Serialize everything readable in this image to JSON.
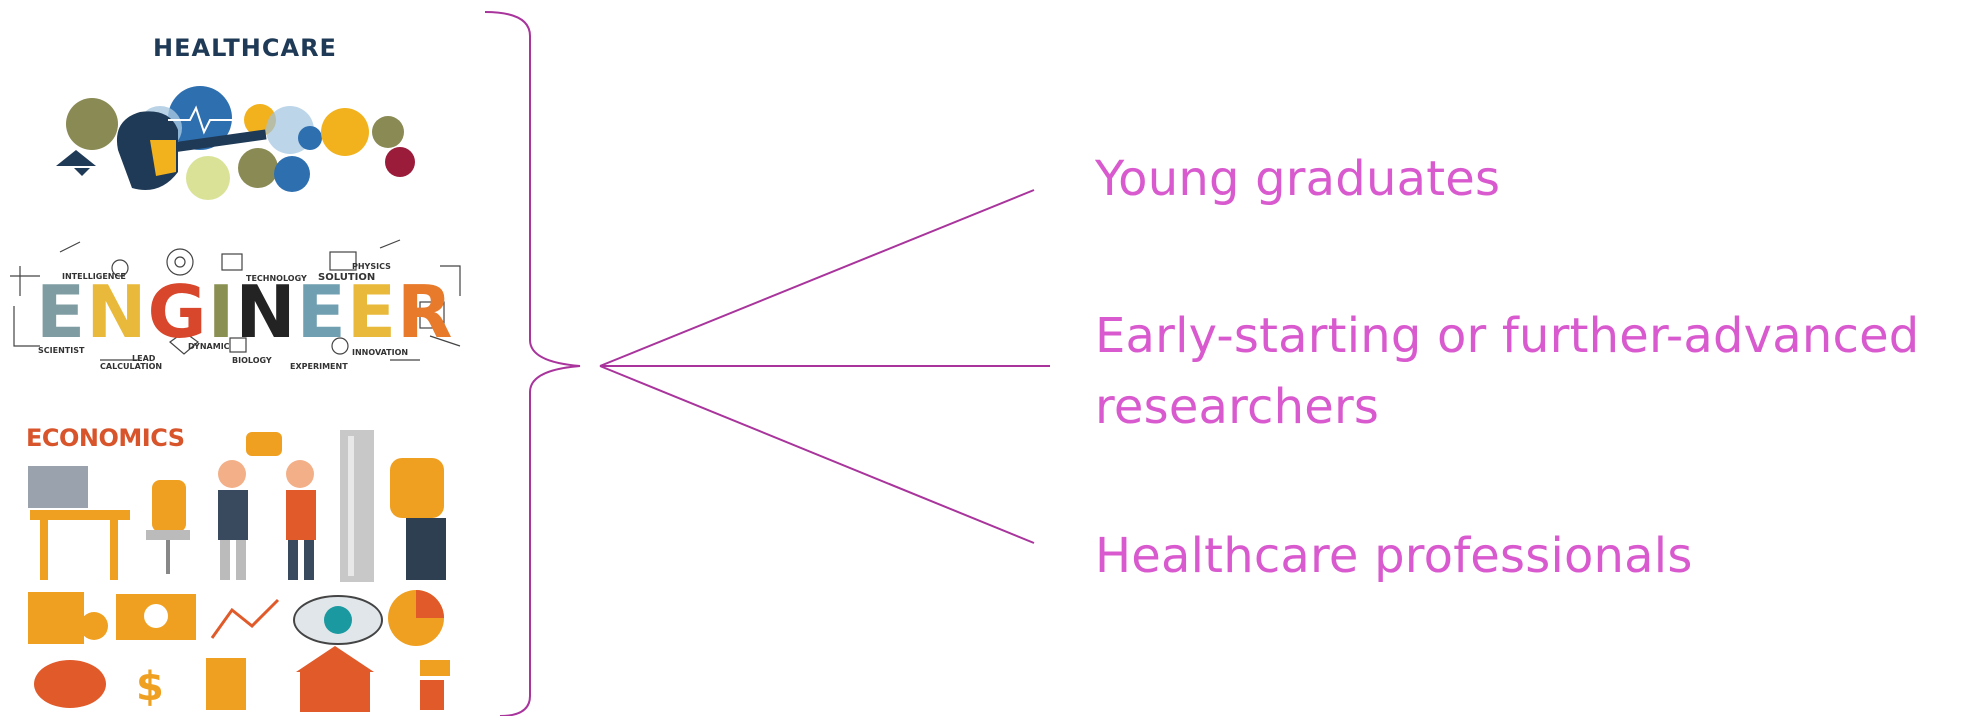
{
  "illustrations": {
    "healthcare_label": "HEALTHCARE",
    "engineer_label": "ENGINEER",
    "engineer_letters": [
      "E",
      "N",
      "G",
      "I",
      "N",
      "E",
      "E",
      "R"
    ],
    "engineer_colors": [
      "#7f9ca3",
      "#e8b93a",
      "#d8472b",
      "#8a8f52",
      "#232323",
      "#6f9fb0",
      "#e8b93a",
      "#e87a2b"
    ],
    "engineer_words": [
      "INTELLIGENCE",
      "TECHNOLOGY",
      "SOLUTION",
      "PHYSICS",
      "SCIENTIST",
      "DYNAMIC",
      "INNOVATION",
      "BIOLOGY",
      "EXPERIMENT",
      "CALCULATION",
      "LEAD"
    ],
    "economics_label": "ECONOMICS"
  },
  "targets": {
    "item1": "Young graduates",
    "item2_line1": "Early-starting or further-advanced",
    "item2_line2": "researchers",
    "item3": "Healthcare professionals"
  },
  "colors": {
    "accent": "#D85ACE",
    "line": "#A8349C",
    "healthcare_navy": "#1f3a56",
    "economics_orange": "#d8552c"
  }
}
